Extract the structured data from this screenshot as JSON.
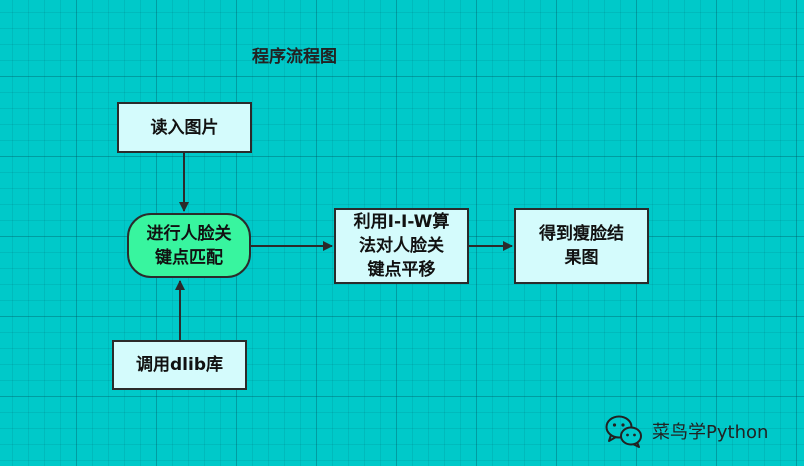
{
  "title": "程序流程图",
  "nodes": {
    "read": {
      "lines": [
        "读入图片"
      ]
    },
    "match": {
      "lines": [
        "进行人脸关",
        "键点匹配"
      ]
    },
    "shift": {
      "lines": [
        "利用I-I-W算",
        "法对人脸关",
        "键点平移"
      ]
    },
    "result": {
      "lines": [
        "得到瘦脸结",
        "果图"
      ]
    },
    "dlib": {
      "lines": [
        "调用dlib库"
      ]
    }
  },
  "edges": [
    {
      "from": "read",
      "to": "match"
    },
    {
      "from": "dlib",
      "to": "match"
    },
    {
      "from": "match",
      "to": "shift"
    },
    {
      "from": "shift",
      "to": "result"
    }
  ],
  "watermark": {
    "text": "菜鸟学Python",
    "icon": "wechat-icon"
  },
  "colors": {
    "background": "#00c9c9",
    "box_fill": "#d4fbfc",
    "highlight_fill": "#38f59f",
    "stroke": "#2b2b2b"
  }
}
